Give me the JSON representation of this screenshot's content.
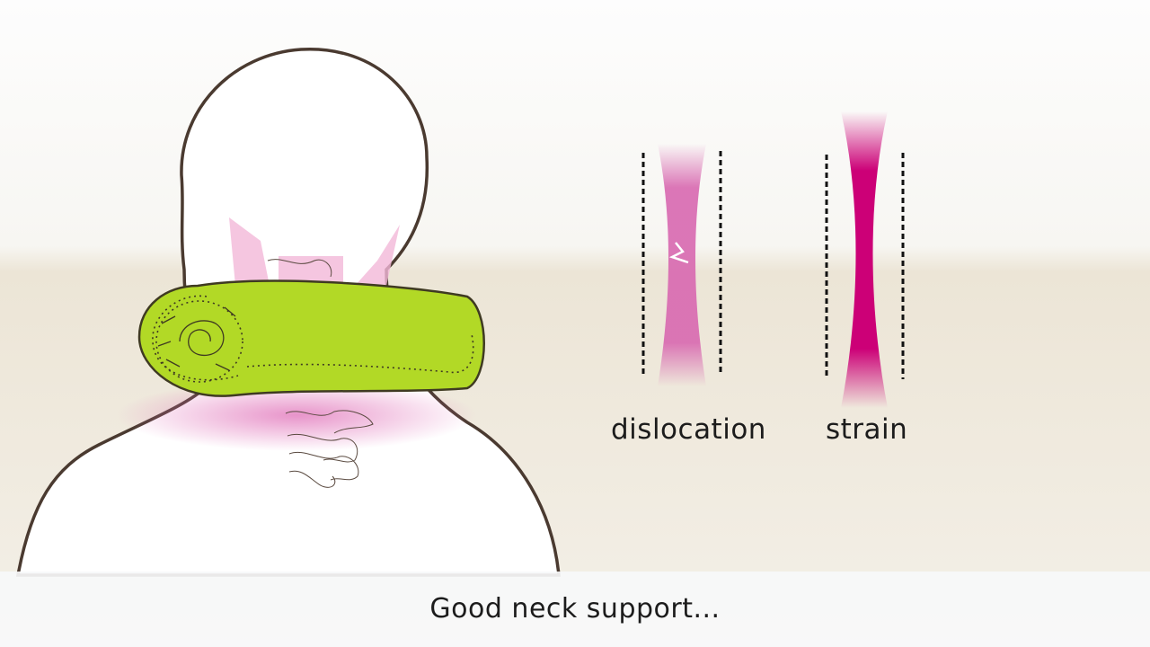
{
  "labels": {
    "dislocation": "dislocation",
    "strain": "strain"
  },
  "caption": "Good neck support...",
  "colors": {
    "towel": "#b2d926",
    "ligament_dislocation": "#d868b0",
    "ligament_strain": "#cc0077",
    "outline": "#4a3a30"
  }
}
